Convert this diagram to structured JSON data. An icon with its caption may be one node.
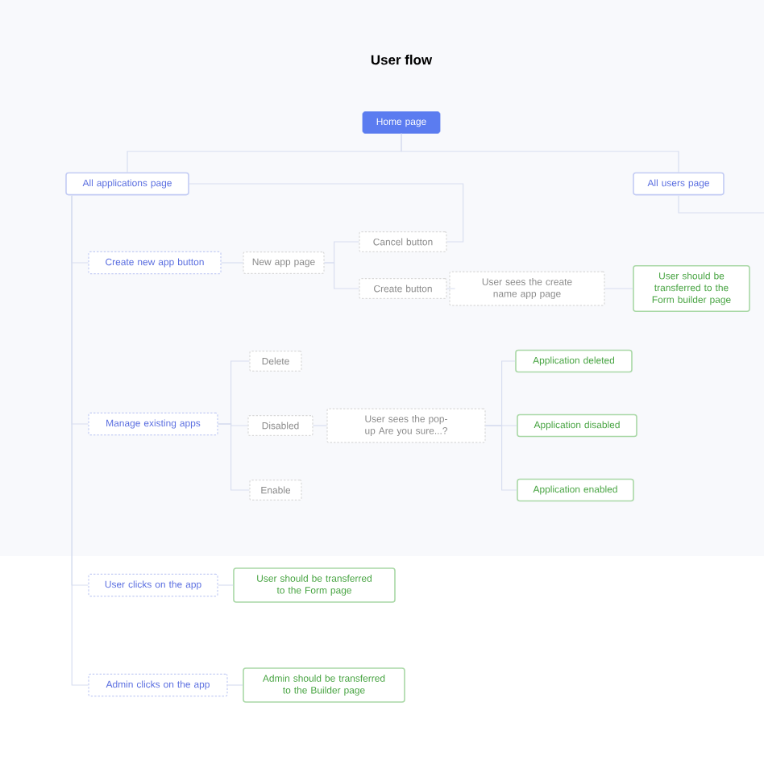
{
  "diagram": {
    "title": "User flow",
    "nodes": [
      {
        "text": [
          "Home page"
        ]
      },
      {
        "text": [
          "All applications page"
        ]
      },
      {
        "text": [
          "All users page"
        ]
      },
      {
        "text": [
          "Create new app button"
        ]
      },
      {
        "text": [
          "New app page"
        ]
      },
      {
        "text": [
          "Cancel button"
        ]
      },
      {
        "text": [
          "Create button"
        ]
      },
      {
        "text": [
          "User sees the create name app page"
        ]
      },
      {
        "text": [
          "User should be transferred to the Form builder page"
        ]
      },
      {
        "text": [
          "Manage existing apps"
        ]
      },
      {
        "text": [
          "Delete"
        ]
      },
      {
        "text": [
          "Disabled"
        ]
      },
      {
        "text": [
          "Enable"
        ]
      },
      {
        "text": [
          "User sees the pop-up Are you sure...?"
        ]
      },
      {
        "text": [
          "Application deleted"
        ]
      },
      {
        "text": [
          "Application disabled"
        ]
      },
      {
        "text": [
          "Application enabled"
        ]
      },
      {
        "text": [
          "User clicks on the app"
        ]
      },
      {
        "text": [
          "User should be transferred to the Form page"
        ]
      },
      {
        "text": [
          "Admin clicks on the app"
        ]
      },
      {
        "text": [
          "Admin should be transferred to the Builder page"
        ]
      }
    ],
    "edges": [
      {
        "from": 0,
        "to": 1,
        "arrow": "none"
      },
      {
        "from": 0,
        "to": 2,
        "arrow": "none"
      },
      {
        "from": 2,
        "to": null,
        "arrow": "none"
      },
      {
        "from": 1,
        "to": 3,
        "arrow": "none"
      },
      {
        "from": 1,
        "to": 9,
        "arrow": "none"
      },
      {
        "from": 1,
        "to": 17,
        "arrow": "none"
      },
      {
        "from": 1,
        "to": 19,
        "arrow": "none"
      },
      {
        "from": 3,
        "to": 4,
        "arrow": "none"
      },
      {
        "from": 4,
        "to": 5,
        "arrow": "none"
      },
      {
        "from": 4,
        "to": 6,
        "arrow": "none"
      },
      {
        "from": 5,
        "to": 1,
        "arrow": "none"
      },
      {
        "from": 6,
        "to": 7,
        "arrow": "none"
      },
      {
        "from": 7,
        "to": 8,
        "arrow": "none"
      },
      {
        "from": 9,
        "to": 10,
        "arrow": "none"
      },
      {
        "from": 9,
        "to": 11,
        "arrow": "none"
      },
      {
        "from": 9,
        "to": 12,
        "arrow": "none"
      },
      {
        "from": 11,
        "to": 13,
        "arrow": "none"
      },
      {
        "from": 13,
        "to": 14,
        "arrow": "none"
      },
      {
        "from": 13,
        "to": 15,
        "arrow": "none"
      },
      {
        "from": 13,
        "to": 16,
        "arrow": "none"
      },
      {
        "from": 17,
        "to": 18,
        "arrow": "none"
      },
      {
        "from": 19,
        "to": 20,
        "arrow": "none"
      }
    ]
  }
}
